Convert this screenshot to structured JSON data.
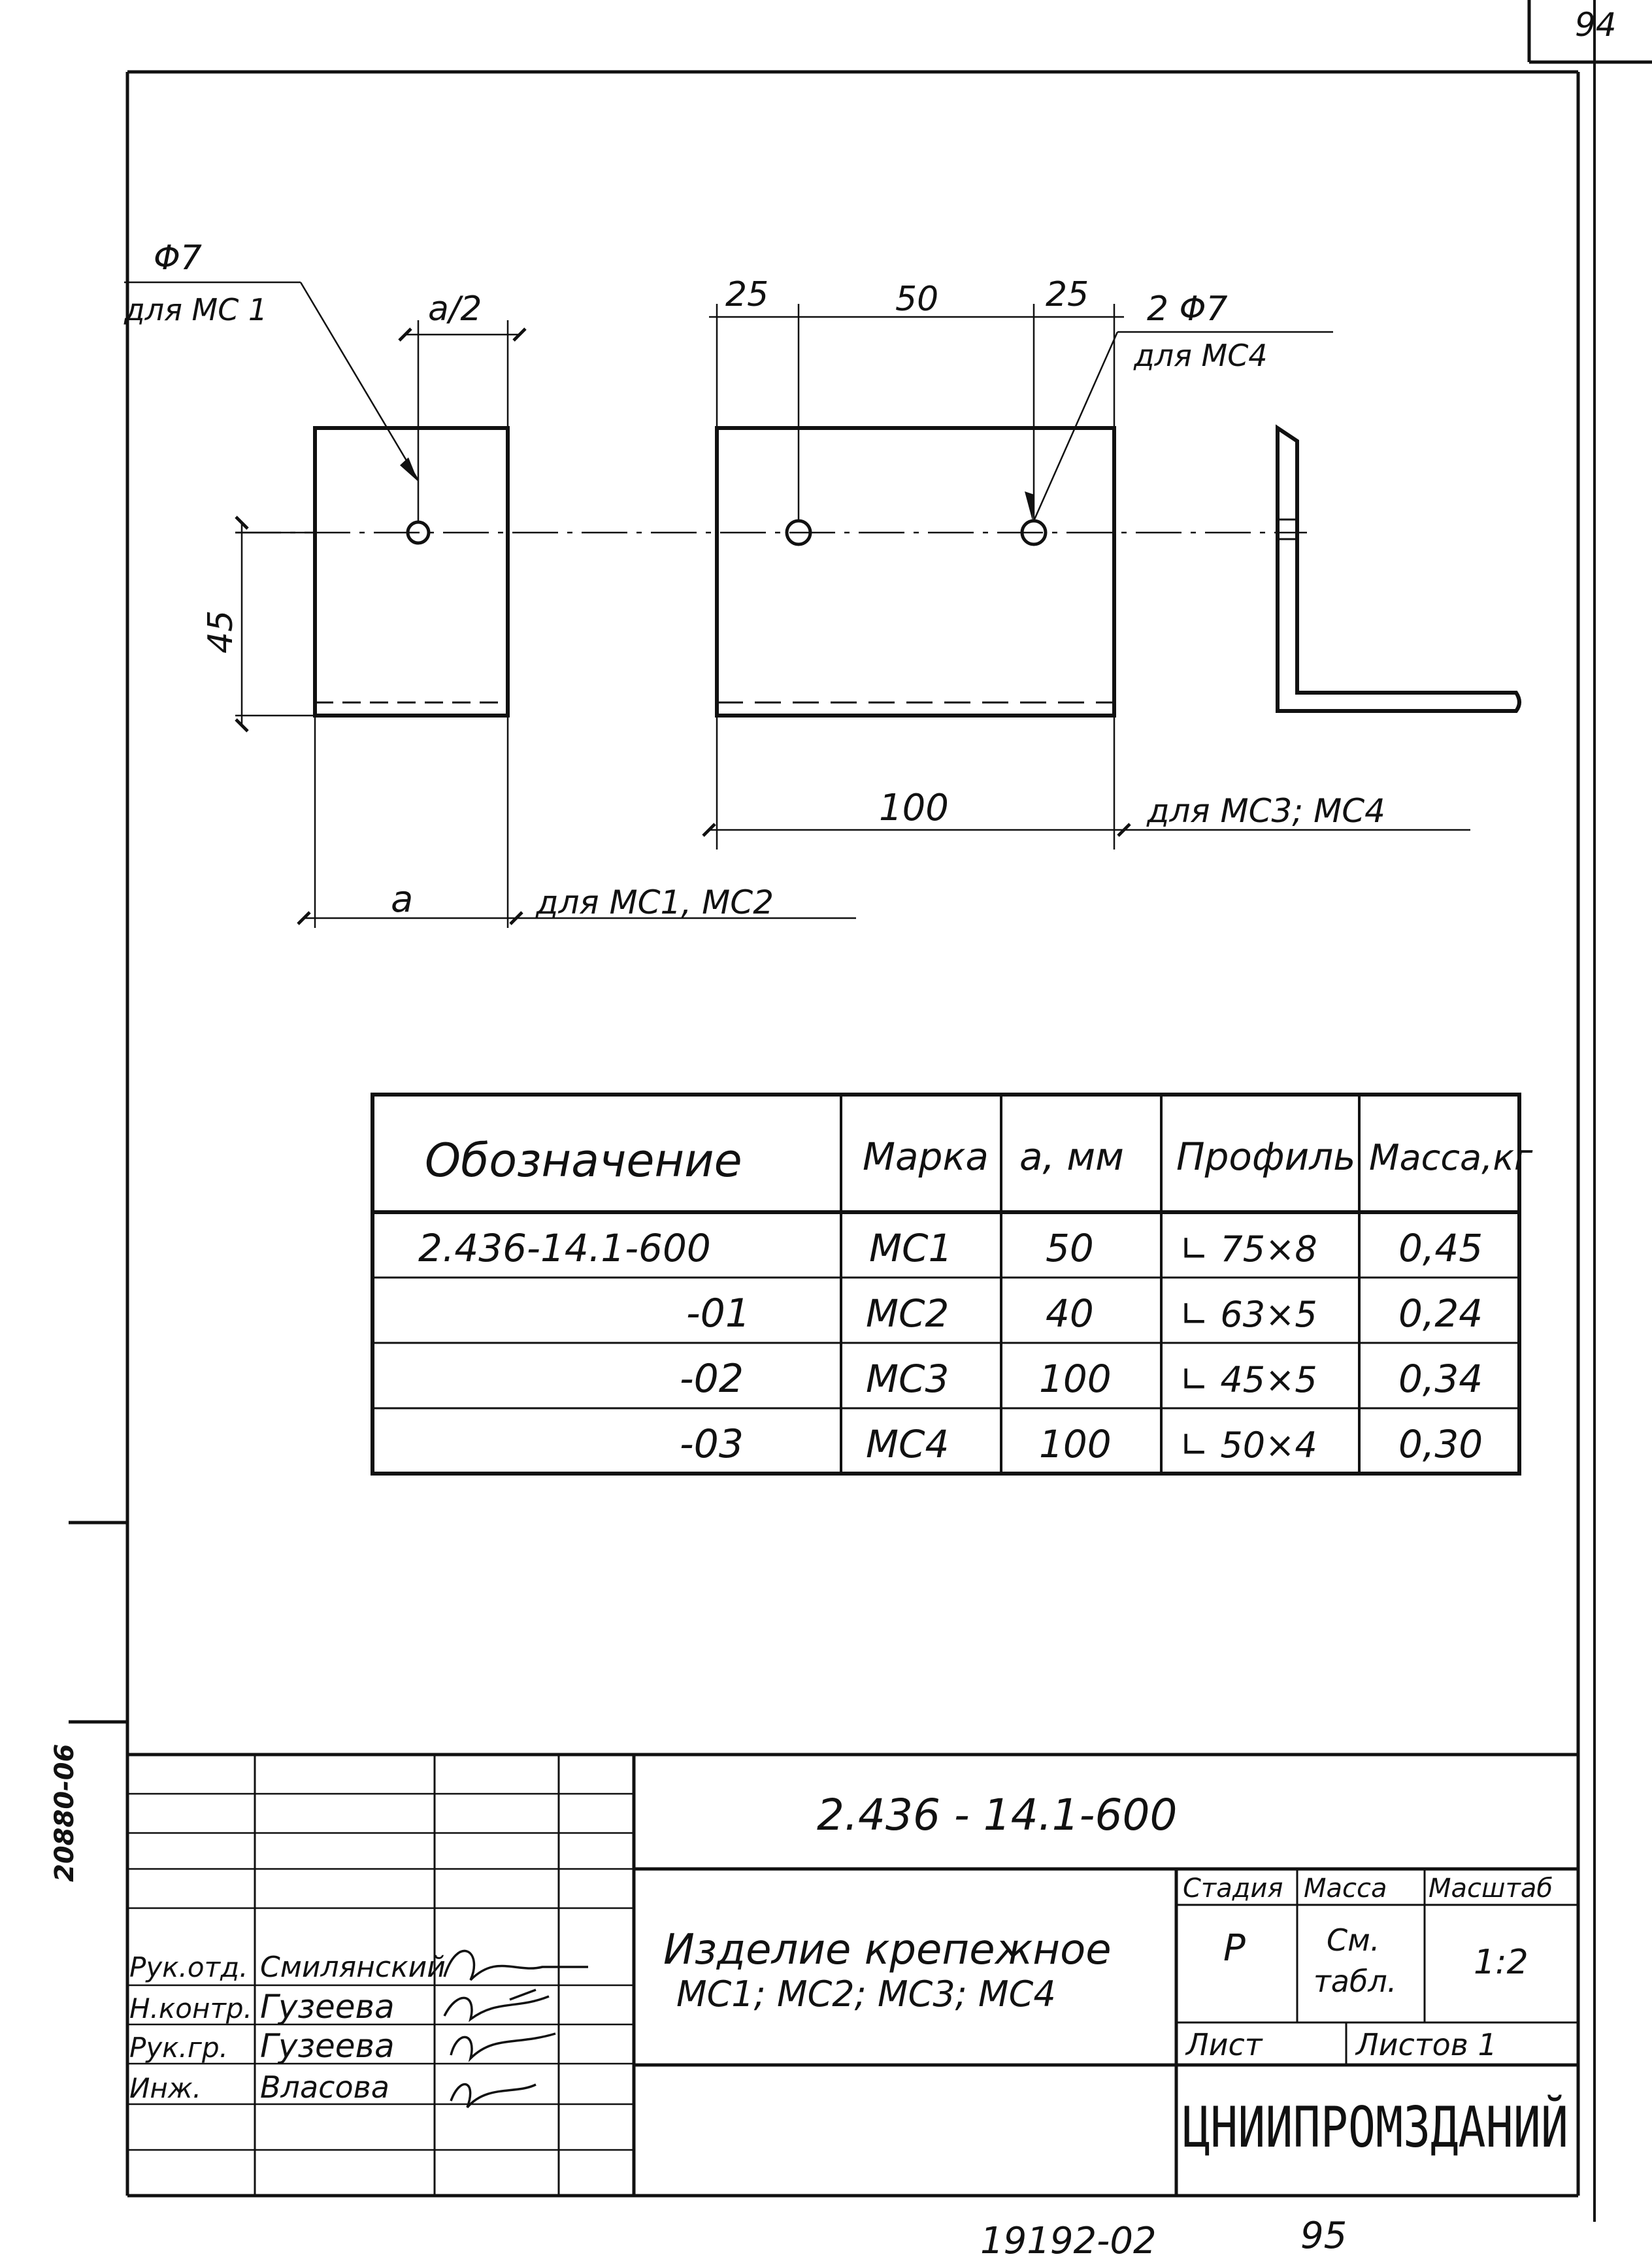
{
  "corner_sheet_number": "94",
  "drawing": {
    "left_part": {
      "hole_diameter": "Φ7",
      "hole_note": "для МС 1",
      "half_width_dim": "a/2",
      "height_dim": "45",
      "width_dim": "a",
      "applies_to": "для МС1, МС2"
    },
    "right_part": {
      "dim_left": "25",
      "dim_mid": "50",
      "dim_right": "25",
      "holes_diameter": "2 Φ7",
      "holes_note": "для МС4",
      "length_dim": "100",
      "applies_to": "для МС3; МС4"
    }
  },
  "table": {
    "headers": [
      "Обозначение",
      "Марка",
      "a, мм",
      "Профиль",
      "Масса,кг"
    ],
    "rows": [
      {
        "designation": "2.436-14.1-600",
        "mark": "МС1",
        "a": "50",
        "profile": "∟ 75×8",
        "mass": "0,45"
      },
      {
        "designation": "-01",
        "mark": "МС2",
        "a": "40",
        "profile": "∟ 63×5",
        "mass": "0,24"
      },
      {
        "designation": "-02",
        "mark": "МС3",
        "a": "100",
        "profile": "∟ 45×5",
        "mass": "0,34"
      },
      {
        "designation": "-03",
        "mark": "МС4",
        "a": "100",
        "profile": "∟ 50×4",
        "mass": "0,30"
      }
    ]
  },
  "title_block": {
    "document_code": "2.436 - 14.1-600",
    "title_line1": "Изделие крепежное",
    "title_line2": "МС1; МС2; МС3; МС4",
    "stage_label": "Стадия",
    "mass_label": "Масса",
    "scale_label": "Масштаб",
    "stage_value": "Р",
    "mass_value_line1": "См.",
    "mass_value_line2": "табл.",
    "scale_value": "1:2",
    "sheet_label": "Лист",
    "sheets_label": "Листов 1",
    "organization": "ЦНИИПРОМЗДАНИЙ",
    "staff": [
      {
        "role": "Рук.отд.",
        "name": "Смилянский"
      },
      {
        "role": "Н.контр.",
        "name": "Гузеева"
      },
      {
        "role": "Рук.гр.",
        "name": "Гузеева"
      },
      {
        "role": "Инж.",
        "name": "Власова"
      }
    ]
  },
  "footer": {
    "album_number": "19192-02",
    "page_number": "95"
  },
  "side_stamp": "20880-06"
}
